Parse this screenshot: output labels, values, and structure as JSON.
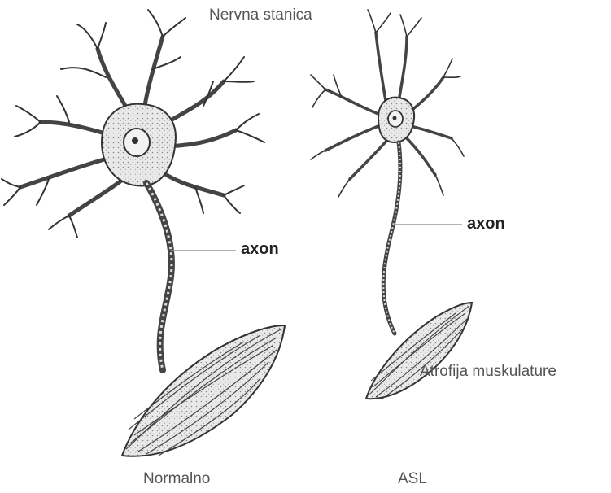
{
  "title": "Nervna stanica",
  "normal": {
    "caption": "Normalno",
    "axon_label": "axon"
  },
  "als": {
    "caption": "ASL",
    "axon_label": "axon",
    "muscle_label": "Atrofija muskulature"
  },
  "colors": {
    "ink": "#333333",
    "fill": "#e6e6e6",
    "label": "#555555",
    "leader": "#9a9a9a"
  }
}
